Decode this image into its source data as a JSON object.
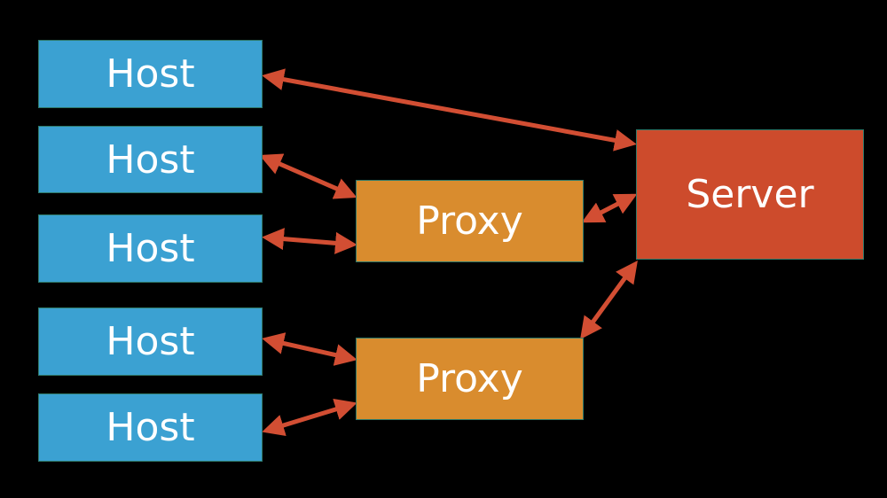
{
  "nodes": {
    "hosts": [
      {
        "label": "Host"
      },
      {
        "label": "Host"
      },
      {
        "label": "Host"
      },
      {
        "label": "Host"
      },
      {
        "label": "Host"
      }
    ],
    "proxies": [
      {
        "label": "Proxy"
      },
      {
        "label": "Proxy"
      }
    ],
    "server": {
      "label": "Server"
    }
  },
  "edges": [
    {
      "from": "host-1",
      "to": "server",
      "bidirectional": true
    },
    {
      "from": "host-2",
      "to": "proxy-1",
      "bidirectional": true
    },
    {
      "from": "host-3",
      "to": "proxy-1",
      "bidirectional": true
    },
    {
      "from": "proxy-1",
      "to": "server",
      "bidirectional": true
    },
    {
      "from": "host-4",
      "to": "proxy-2",
      "bidirectional": true
    },
    {
      "from": "host-5",
      "to": "proxy-2",
      "bidirectional": true
    },
    {
      "from": "proxy-2",
      "to": "server",
      "bidirectional": true
    }
  ],
  "colors": {
    "host": "#3ba1d2",
    "proxy": "#d98c2e",
    "server": "#cd4b2c",
    "arrow": "#d24e33"
  }
}
